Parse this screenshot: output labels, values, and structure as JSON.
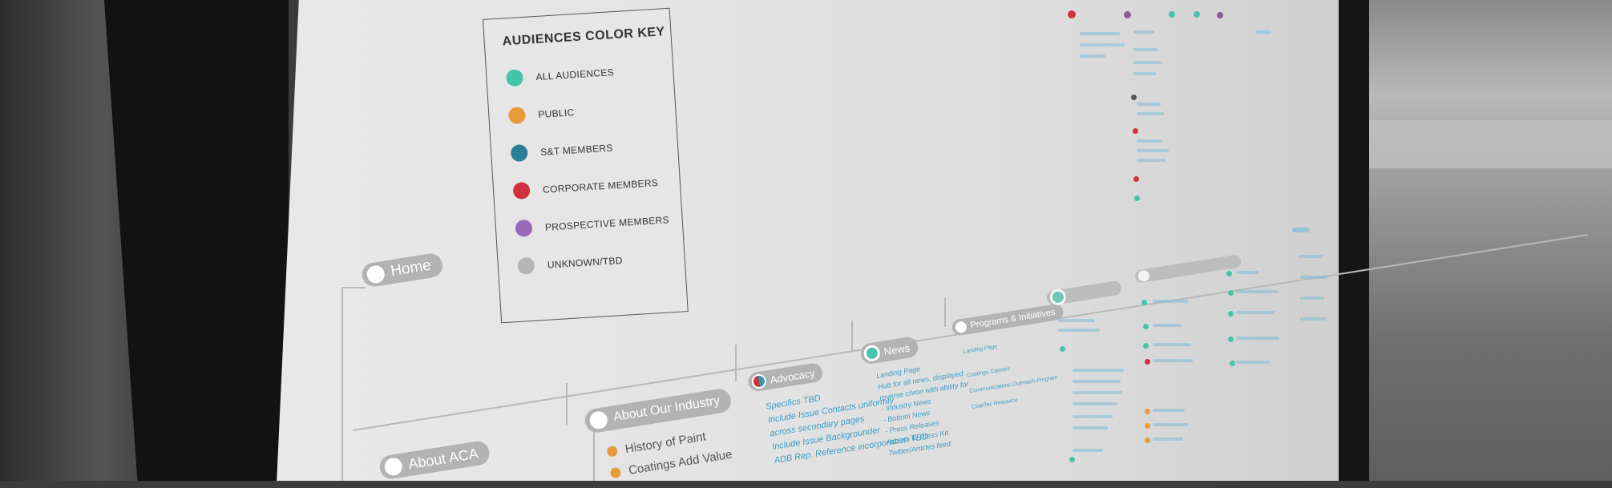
{
  "legend": {
    "title": "AUDIENCES COLOR KEY",
    "items": [
      {
        "label": "ALL AUDIENCES",
        "color": "#45c4a8"
      },
      {
        "label": "PUBLIC",
        "color": "#e79b3a"
      },
      {
        "label": "S&T MEMBERS",
        "color": "#2a7f96"
      },
      {
        "label": "CORPORATE MEMBERS",
        "color": "#d1303d"
      },
      {
        "label": "PROSPECTIVE MEMBERS",
        "color": "#9a68b8"
      },
      {
        "label": "UNKNOWN/TBD",
        "color": "#b5b5b5"
      }
    ]
  },
  "sitemap": {
    "home": "Home",
    "about_aca": "About ACA",
    "about_industry": "About Our Industry",
    "industry_children": [
      {
        "label": "History of Paint",
        "color": "#e79b3a"
      },
      {
        "label": "Coatings Add Value",
        "color": "#e79b3a"
      }
    ],
    "advocacy": "Advocacy",
    "advocacy_children": [
      "Specifics TBD",
      "Include Issue Contacts uniformly",
      "across secondary pages",
      "Include Issue Backgrounder",
      "ADB Rep. Reference incorporation TBD"
    ],
    "news": "News",
    "news_children": [
      "Landing Page",
      "Hub for all news, displayed",
      "reverse chron with ability for",
      "- Industry News",
      "- Bottom News",
      "- Press Releases",
      "Access to Press Kit",
      "Twitter/Articles feed"
    ],
    "programs": "Programs & Initiatives",
    "programs_children": [
      "Landing Page",
      "Coatings Careers",
      "Communications Outreach Program",
      "CoatTec Resource"
    ]
  },
  "colors": {
    "screen_bg": "#e6e6e6",
    "node_bg": "#b3b3b3",
    "link_blue": "#3c9ec9"
  }
}
